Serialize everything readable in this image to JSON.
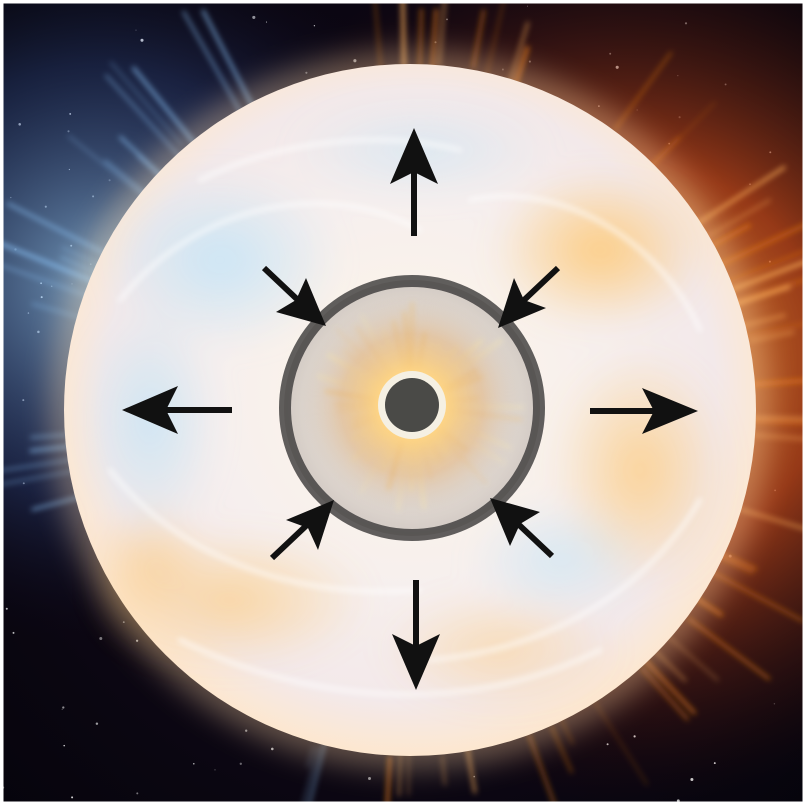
{
  "image": {
    "subject": "star-core-diagram",
    "palette": {
      "space": "#07050f",
      "flare_hot": "#ff8a1c",
      "flare_deep": "#c2360e",
      "flare_cool": "#7ec8ff",
      "sphere_light": "#fbf4f0",
      "sphere_warm": "#ffd28a",
      "sphere_cool": "#cfe6f5",
      "core_glow": "#ffcf6e",
      "ring": "#3a3838",
      "core_dot": "#4a4a47",
      "core_rim": "#f5f0e3",
      "arrow": "#111111"
    },
    "arrows": {
      "outward": [
        "up",
        "right",
        "down",
        "left"
      ],
      "inward": [
        "upper-left",
        "upper-right",
        "lower-right",
        "lower-left"
      ]
    }
  }
}
